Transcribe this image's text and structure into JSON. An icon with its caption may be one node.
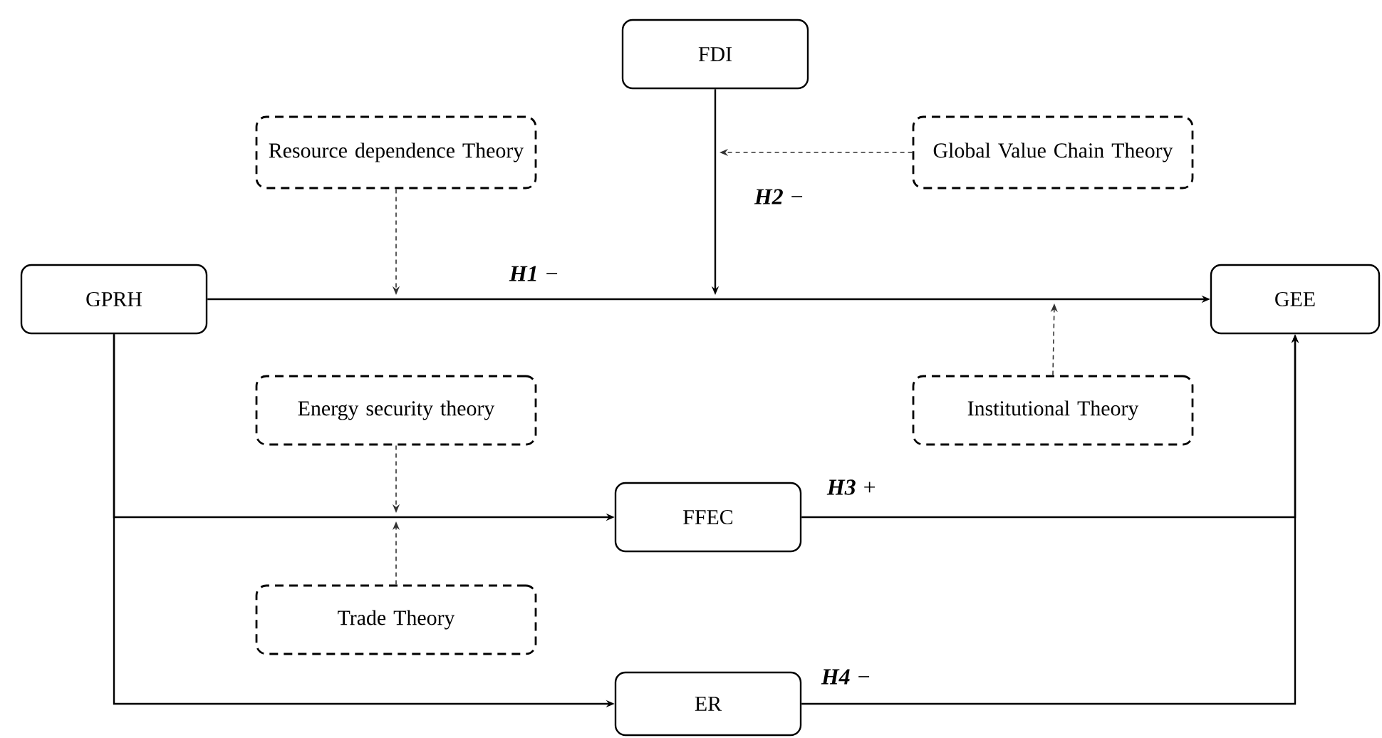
{
  "diagram": {
    "nodes": [
      {
        "text": [
          "GPRH"
        ]
      },
      {
        "text": [
          "FDI"
        ]
      },
      {
        "text": [
          "Resource dependence Theory"
        ]
      },
      {
        "text": [
          "Global Value Chain Theory"
        ]
      },
      {
        "text": [
          "GEE"
        ]
      },
      {
        "text": [
          "Energy security theory"
        ]
      },
      {
        "text": [
          "Institutional Theory"
        ]
      },
      {
        "text": [
          "FFEC"
        ]
      },
      {
        "text": [
          "Trade Theory"
        ]
      },
      {
        "text": [
          "ER"
        ]
      }
    ],
    "edges": [
      {
        "from": 0,
        "to": 4,
        "arrow": "to",
        "label": "**H1**  −"
      },
      {
        "from": 1,
        "to": null,
        "arrow": "to",
        "label": "**H2**  −"
      },
      {
        "from": 2,
        "to": null,
        "arrow": "to",
        "style": "dashed"
      },
      {
        "from": 3,
        "to": null,
        "arrow": "to",
        "style": "dashed"
      },
      {
        "from": 6,
        "to": null,
        "arrow": "to",
        "style": "dashed"
      },
      {
        "from": 0,
        "to": 7,
        "arrow": "to"
      },
      {
        "from": 0,
        "to": 9,
        "arrow": "to"
      },
      {
        "from": 7,
        "to": 4,
        "arrow": "to",
        "label": "**H3**  +"
      },
      {
        "from": 9,
        "to": 4,
        "arrow": "to",
        "label": "**H4**  −"
      },
      {
        "from": 5,
        "to": null,
        "arrow": "to",
        "style": "dashed"
      },
      {
        "from": 8,
        "to": null,
        "arrow": "to",
        "style": "dashed"
      }
    ]
  }
}
